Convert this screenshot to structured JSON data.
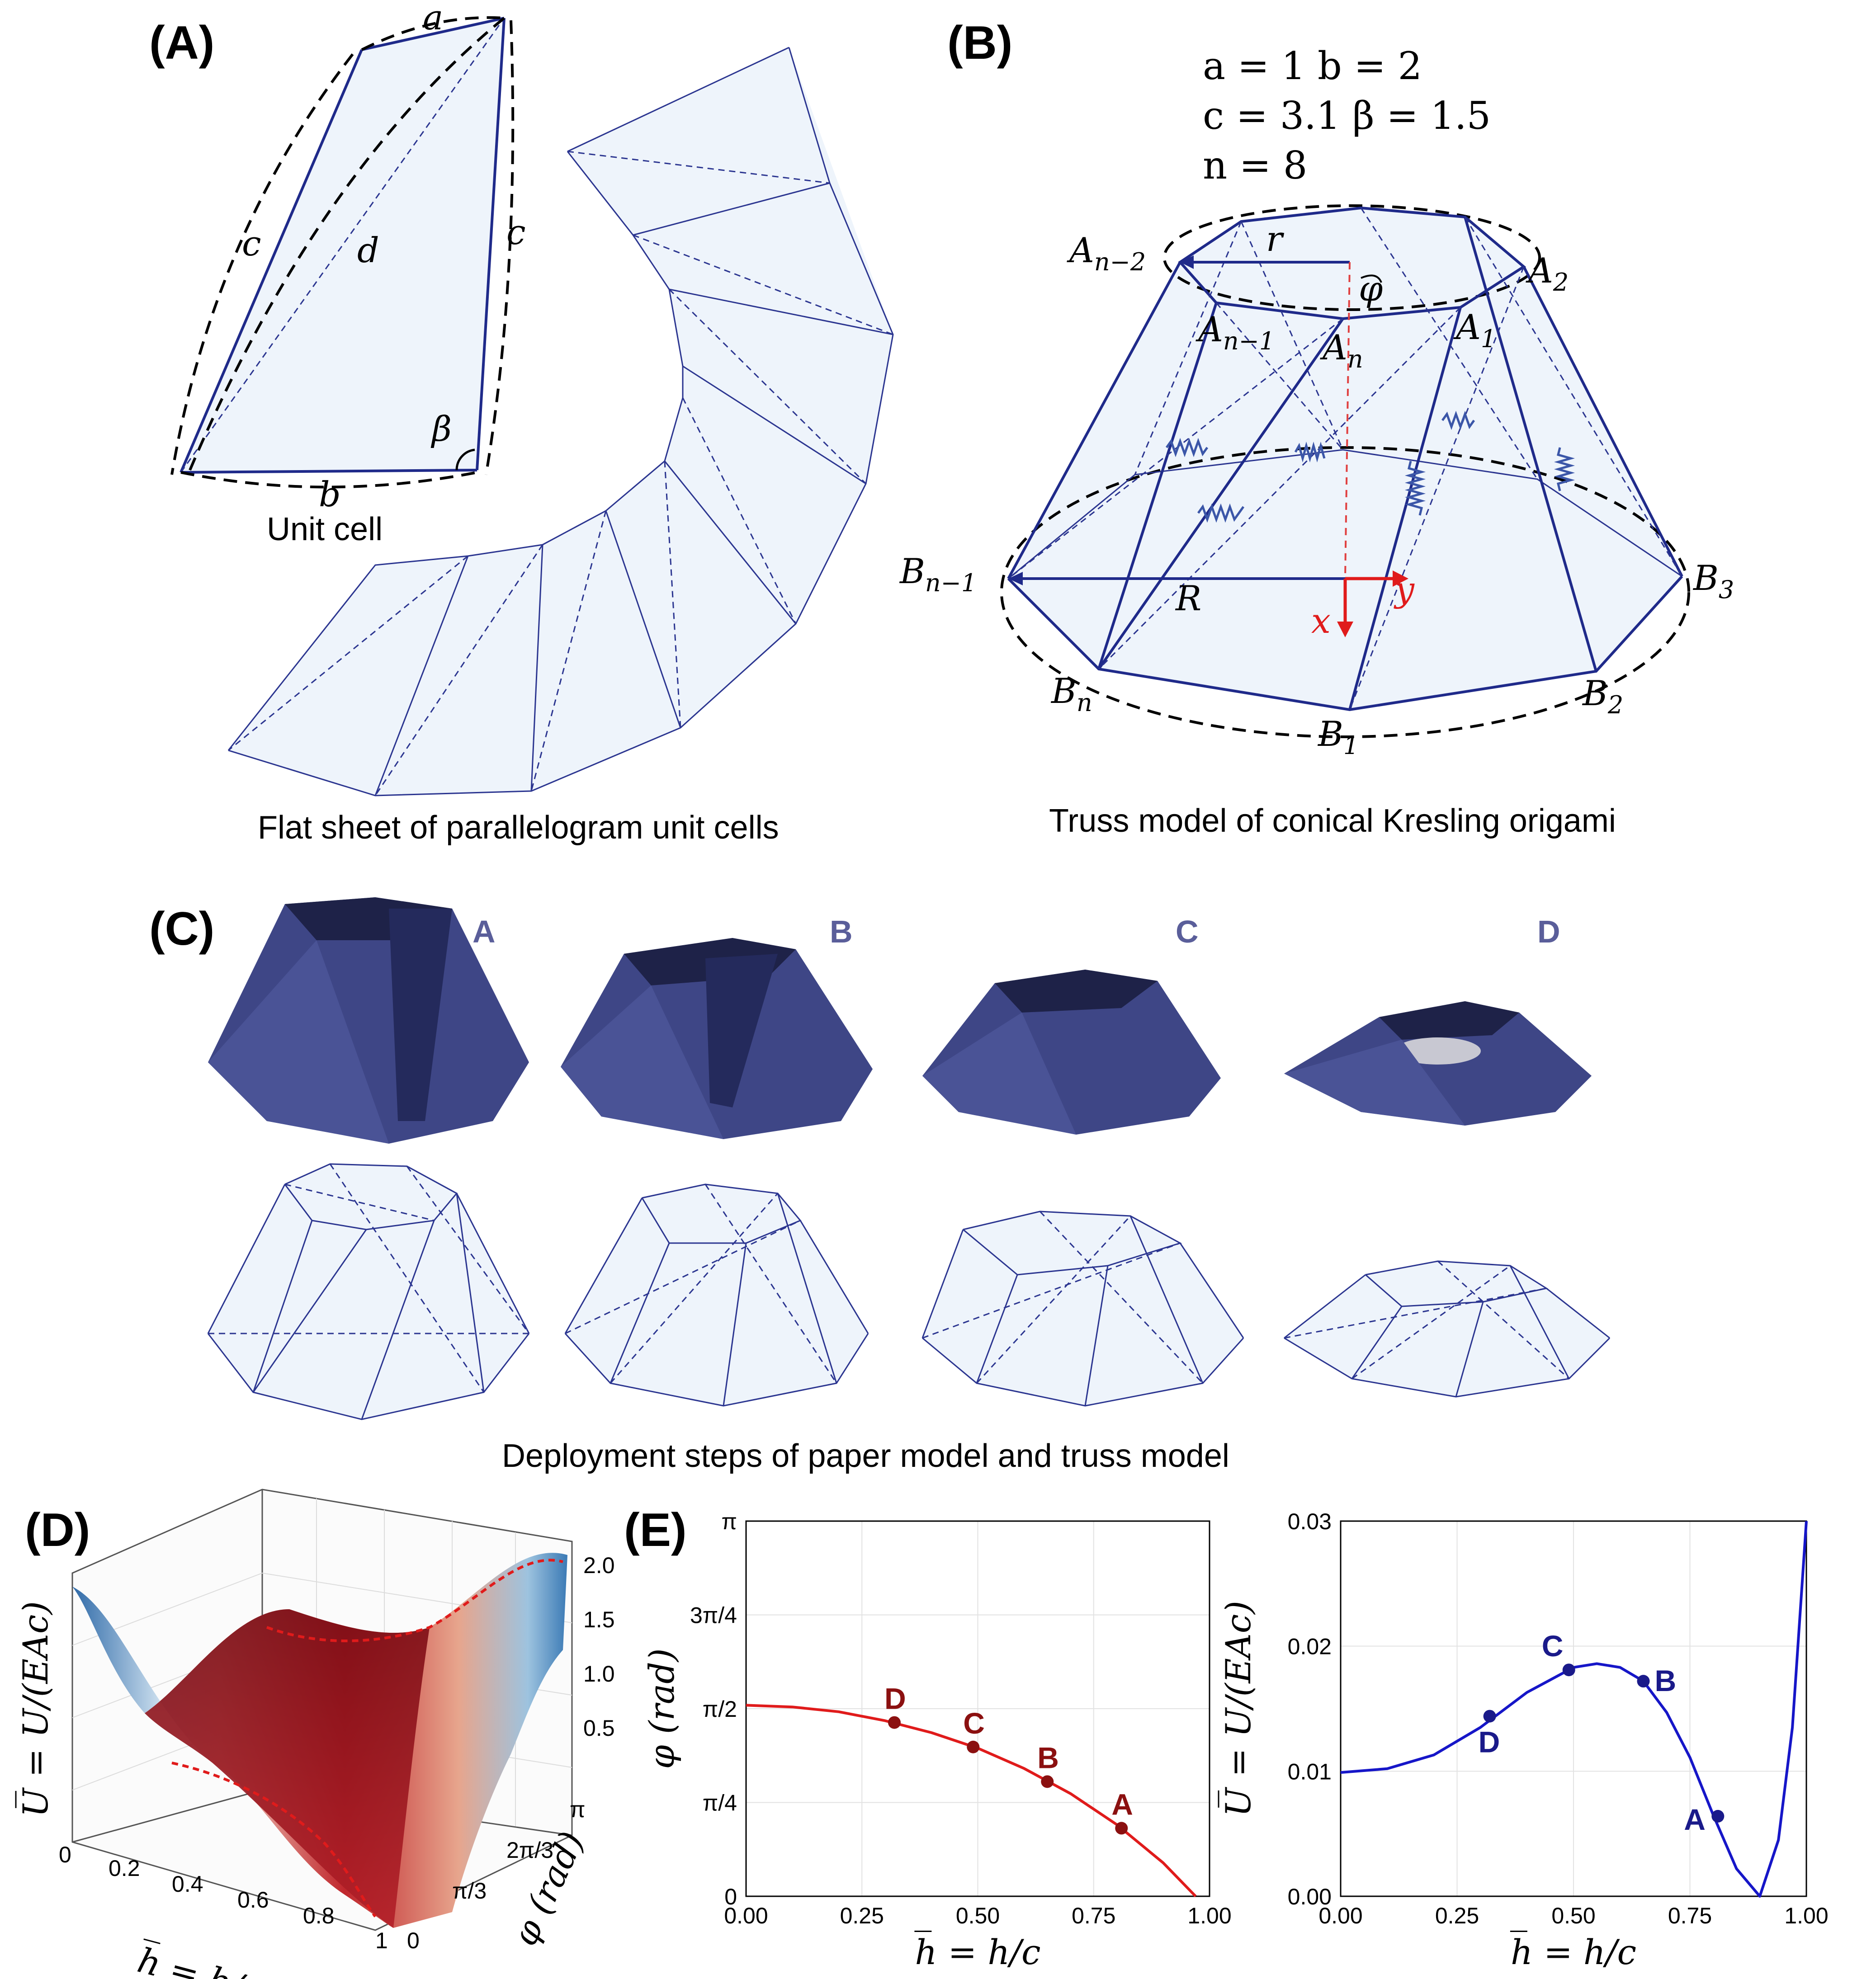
{
  "panels": {
    "A": {
      "label": "(A)",
      "unit_cell_caption": "Unit cell",
      "sheet_caption": "Flat sheet of parallelogram unit cells",
      "symbols": {
        "a": "a",
        "b": "b",
        "c1": "c",
        "c2": "c",
        "d": "d",
        "beta": "β"
      }
    },
    "B": {
      "label": "(B)",
      "params": [
        "a = 1   b = 2",
        "c = 3.1  β = 1.5",
        "n = 8"
      ],
      "caption": "Truss model of conical Kresling origami",
      "vertex_labels": {
        "An2": "A",
        "An2_sub": "n−2",
        "A2": "A",
        "A2_sub": "2",
        "An1": "A",
        "An1_sub": "n−1",
        "An": "A",
        "An_sub": "n",
        "A1": "A",
        "A1_sub": "1",
        "Bn1": "B",
        "Bn1_sub": "n−1",
        "B3": "B",
        "B3_sub": "3",
        "Bn": "B",
        "Bn_sub": "n",
        "B2": "B",
        "B2_sub": "2",
        "B1": "B",
        "B1_sub": "1"
      },
      "r": "r",
      "R": "R",
      "phi": "φ",
      "x": "x",
      "y": "y"
    },
    "C": {
      "label": "(C)",
      "steps": [
        "A",
        "B",
        "C",
        "D"
      ],
      "caption": "Deployment steps of paper model and truss model"
    },
    "D": {
      "label": "(D)",
      "zlabel": "U̅ = U/(EAc)",
      "xlabel": "h̅ = h/c",
      "ylabel": "φ (rad)",
      "x_ticks": [
        "0",
        "0.2",
        "0.4",
        "0.6",
        "0.8",
        "1"
      ],
      "y_ticks": [
        "0",
        "π/3",
        "2π/3",
        "π"
      ],
      "z_ticks": [
        "0.5",
        "1.0",
        "1.5",
        "2.0"
      ]
    },
    "E": {
      "label": "(E)"
    }
  },
  "chart_data": [
    {
      "type": "line",
      "xlabel": "h̅ = h/c",
      "ylabel": "φ (rad)",
      "xlim": [
        0,
        1
      ],
      "ylim": [
        0,
        3.14159
      ],
      "x_ticks": [
        "0.00",
        "0.25",
        "0.50",
        "0.75",
        "1.00"
      ],
      "y_ticks": [
        "0",
        "π/4",
        "π/2",
        "3π/4",
        "π"
      ],
      "color": "#e01b1b",
      "x": [
        0.0,
        0.1,
        0.2,
        0.3,
        0.4,
        0.5,
        0.6,
        0.7,
        0.8,
        0.9,
        0.97
      ],
      "y": [
        1.6,
        1.585,
        1.545,
        1.47,
        1.37,
        1.24,
        1.07,
        0.86,
        0.6,
        0.28,
        0.0
      ],
      "points": [
        {
          "label": "D",
          "x": 0.32,
          "y": 1.455
        },
        {
          "label": "C",
          "x": 0.49,
          "y": 1.25
        },
        {
          "label": "B",
          "x": 0.65,
          "y": 0.96
        },
        {
          "label": "A",
          "x": 0.81,
          "y": 0.57
        }
      ]
    },
    {
      "type": "line",
      "xlabel": "h̅ = h/c",
      "ylabel": "U̅ = U/(EAc)",
      "xlim": [
        0,
        1
      ],
      "ylim": [
        0,
        0.03
      ],
      "x_ticks": [
        "0.00",
        "0.25",
        "0.50",
        "0.75",
        "1.00"
      ],
      "y_ticks": [
        "0.00",
        "0.01",
        "0.02",
        "0.03"
      ],
      "color": "#1616c8",
      "x": [
        0.0,
        0.1,
        0.2,
        0.3,
        0.4,
        0.5,
        0.55,
        0.6,
        0.65,
        0.7,
        0.75,
        0.8,
        0.85,
        0.9,
        0.94,
        0.97,
        1.0
      ],
      "y": [
        0.0099,
        0.0102,
        0.0113,
        0.0135,
        0.0163,
        0.0183,
        0.0186,
        0.0183,
        0.0172,
        0.0147,
        0.0111,
        0.0065,
        0.0022,
        0.0,
        0.0045,
        0.0135,
        0.03
      ],
      "points": [
        {
          "label": "D",
          "x": 0.32,
          "y": 0.0144
        },
        {
          "label": "C",
          "x": 0.49,
          "y": 0.0181
        },
        {
          "label": "B",
          "x": 0.65,
          "y": 0.0172
        },
        {
          "label": "A",
          "x": 0.81,
          "y": 0.0064
        }
      ]
    }
  ],
  "colors": {
    "red": "#e01b1b",
    "blue": "#1616c8",
    "darkred": "#8b1010",
    "navy": "#1a1a8a"
  }
}
